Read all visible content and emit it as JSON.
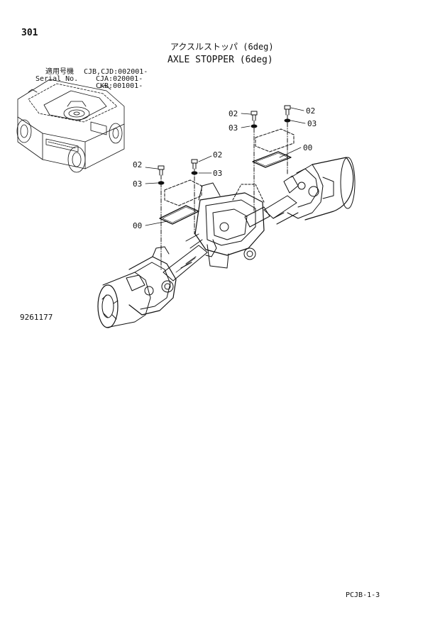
{
  "page_number": "301",
  "title_jp": "アクスルストッパ (6deg)",
  "title_en": "AXLE STOPPER (6deg)",
  "serial": {
    "label_jp": "適用号機",
    "label_en": "Serial No.",
    "lines": [
      "CJB,CJD:002001-",
      "CJA:020001-",
      "CKB:001001-"
    ]
  },
  "callouts": {
    "bolt": "02",
    "washer": "03",
    "plate": "00"
  },
  "drawing_number": "9261177",
  "page_code": "PCJB-1-3"
}
